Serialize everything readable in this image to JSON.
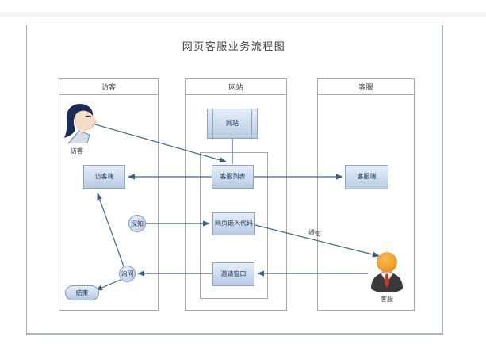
{
  "title": "网页客服业务流程图",
  "lanes": [
    {
      "label": "访客"
    },
    {
      "label": "网站"
    },
    {
      "label": "客服"
    }
  ],
  "nodes": {
    "visitor_actor_label": "访客",
    "visitor_client": "访客端",
    "detect": "探知",
    "inquire": "询问",
    "end": "结束",
    "website": "网站",
    "service_list": "客服列表",
    "embed_code": "网页嵌入代码",
    "invite_window": "邀请窗口",
    "service_client": "客服端",
    "service_actor_label": "客服"
  },
  "edge_labels": {
    "notify": "通知"
  },
  "colors": {
    "node_border": "#8aa5c6",
    "node_fill_top": "#e6edf7",
    "node_fill_bottom": "#b7cae2",
    "node_text": "#1f3a60",
    "connector": "#44658e",
    "lane_border": "#a6aaae",
    "agent_head": "#f2a233",
    "agent_suit": "#39393b",
    "agent_tie": "#c0392b",
    "visitor_hair": "#1a2b55"
  }
}
